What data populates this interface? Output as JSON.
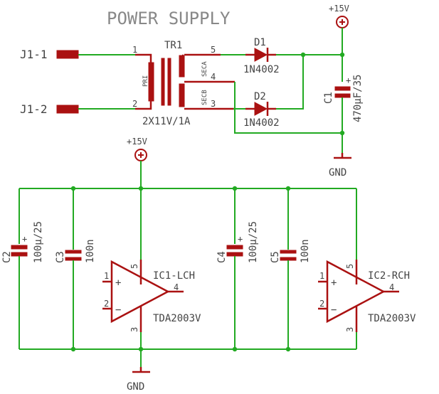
{
  "title": "POWER SUPPLY",
  "connectors": {
    "j1_1": "J1-1",
    "j1_2": "J1-2"
  },
  "transformer": {
    "ref": "TR1",
    "value": "2X11V/1A",
    "pins": {
      "p1": "1",
      "p2": "2",
      "p3": "3",
      "p4": "4",
      "p5": "5"
    },
    "winding_pri": "PRI",
    "winding_seca": "SECA",
    "winding_secb": "SECB"
  },
  "diodes": [
    {
      "ref": "D1",
      "value": "1N4002"
    },
    {
      "ref": "D2",
      "value": "1N4002"
    }
  ],
  "c1": {
    "ref": "C1",
    "value": "470µF/35"
  },
  "c2": {
    "ref": "C2",
    "value": "100µ/25"
  },
  "c3": {
    "ref": "C3",
    "value": "100n"
  },
  "c4": {
    "ref": "C4",
    "value": "100µ/25"
  },
  "c5": {
    "ref": "C5",
    "value": "100n"
  },
  "ic1": {
    "ref": "IC1-LCH",
    "part": "TDA2003V",
    "pin1": "1",
    "pin2": "2",
    "pin3": "3",
    "pin4": "4",
    "pin5": "5"
  },
  "ic2": {
    "ref": "IC2-RCH",
    "part": "TDA2003V",
    "pin1": "1",
    "pin2": "2",
    "pin3": "3",
    "pin4": "4",
    "pin5": "5"
  },
  "power": {
    "v15_top": "+15V",
    "v15_mid": "+15V",
    "gnd_top": "GND",
    "gnd_bottom": "GND"
  },
  "plus_sign": "+",
  "minus_sign": "−",
  "colors": {
    "wire": "#22aa22",
    "component": "#aa1111",
    "text": "#444444",
    "title": "#888888"
  }
}
